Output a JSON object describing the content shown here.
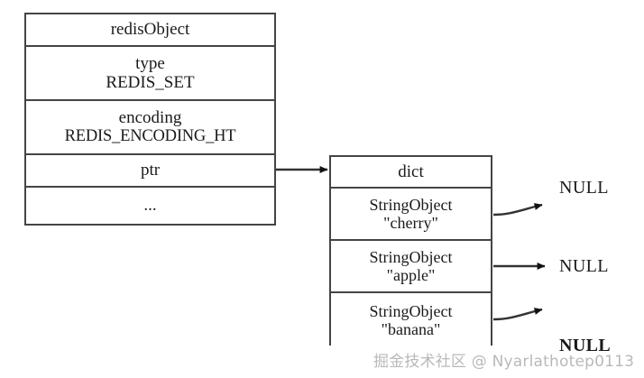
{
  "diagram": {
    "title": "redis set object with hashtable encoding",
    "background_color": "#ffffff",
    "line_color": "#444444",
    "text_color": "#1a1a1a"
  },
  "redis_object": {
    "header": "redisObject",
    "rows": [
      {
        "label": "type",
        "value": "REDIS_SET"
      },
      {
        "label": "encoding",
        "value": "REDIS_ENCODING_HT"
      },
      {
        "label": "ptr",
        "value": ""
      },
      {
        "label": "...",
        "value": ""
      }
    ]
  },
  "dict": {
    "header": "dict",
    "entries": [
      {
        "type": "StringObject",
        "value": "\"cherry\"",
        "next": "NULL"
      },
      {
        "type": "StringObject",
        "value": "\"apple\"",
        "next": "NULL"
      },
      {
        "type": "StringObject",
        "value": "\"banana\"",
        "next": "NULL"
      }
    ]
  },
  "connectors": {
    "ptr_to_dict": "arrow",
    "entry_to_null": "arrow"
  },
  "watermark": {
    "text": "掘金技术社区 @ Nyarlathotep0113",
    "color": "#b9b9b9"
  }
}
